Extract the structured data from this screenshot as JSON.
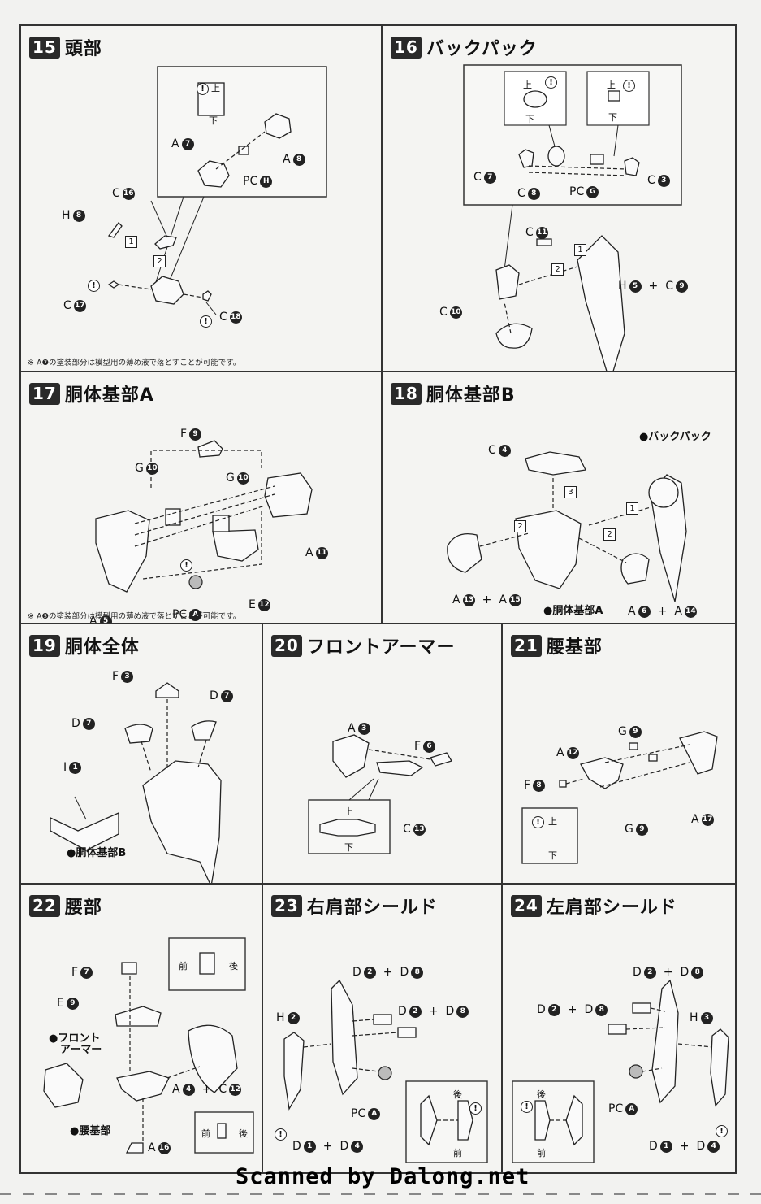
{
  "steps": [
    {
      "num": "15",
      "title": "頭部",
      "labels": [
        {
          "pre": "A",
          "n": "7"
        },
        {
          "pre": "A",
          "n": "8"
        },
        {
          "pre": "PC",
          "n": "H"
        },
        {
          "pre": "C",
          "n": "16"
        },
        {
          "pre": "H",
          "n": "8"
        },
        {
          "pre": "C",
          "n": "17"
        },
        {
          "pre": "C",
          "n": "18"
        }
      ],
      "inset_top": "上",
      "inset_bottom": "下",
      "seq": [
        "1",
        "2"
      ],
      "note": "※ A❼の塗装部分は模型用の薄め液で落とすことが可能です。"
    },
    {
      "num": "16",
      "title": "バックパック",
      "labels": [
        {
          "pre": "C",
          "n": "7"
        },
        {
          "pre": "C",
          "n": "8"
        },
        {
          "pre": "PC",
          "n": "G"
        },
        {
          "pre": "C",
          "n": "3"
        },
        {
          "pre": "C",
          "n": "11"
        },
        {
          "pre": "C",
          "n": "10"
        },
        {
          "pre": "H",
          "n": "5"
        },
        {
          "pre": "C",
          "n": "9"
        }
      ],
      "inset_top": "上",
      "inset_bottom": "下",
      "seq": [
        "1",
        "2"
      ]
    },
    {
      "num": "17",
      "title": "胴体基部A",
      "labels": [
        {
          "pre": "F",
          "n": "9"
        },
        {
          "pre": "G",
          "n": "10"
        },
        {
          "pre": "G",
          "n": "10"
        },
        {
          "pre": "A",
          "n": "11"
        },
        {
          "pre": "E",
          "n": "12"
        },
        {
          "pre": "PC",
          "n": "A"
        },
        {
          "pre": "A",
          "n": "5"
        }
      ],
      "note": "※ A❺の塗装部分は模型用の薄め液で落とすことが可能です。"
    },
    {
      "num": "18",
      "title": "胴体基部B",
      "labels": [
        {
          "pre": "C",
          "n": "4"
        },
        {
          "pre": "A",
          "n": "13"
        },
        {
          "pre": "A",
          "n": "15"
        },
        {
          "pre": "A",
          "n": "6"
        },
        {
          "pre": "A",
          "n": "14"
        }
      ],
      "bullets": [
        "●バックパック",
        "●胴体基部A"
      ],
      "seq": [
        "1",
        "2",
        "2",
        "3"
      ]
    },
    {
      "num": "19",
      "title": "胴体全体",
      "labels": [
        {
          "pre": "F",
          "n": "3"
        },
        {
          "pre": "D",
          "n": "7"
        },
        {
          "pre": "D",
          "n": "7"
        },
        {
          "pre": "I",
          "n": "1"
        }
      ],
      "bullets": [
        "●胴体基部B"
      ]
    },
    {
      "num": "20",
      "title": "フロントアーマー",
      "labels": [
        {
          "pre": "A",
          "n": "3"
        },
        {
          "pre": "F",
          "n": "6"
        },
        {
          "pre": "C",
          "n": "13"
        }
      ],
      "inset_top": "上",
      "inset_bottom": "下"
    },
    {
      "num": "21",
      "title": "腰基部",
      "labels": [
        {
          "pre": "G",
          "n": "9"
        },
        {
          "pre": "A",
          "n": "12"
        },
        {
          "pre": "F",
          "n": "8"
        },
        {
          "pre": "G",
          "n": "9"
        },
        {
          "pre": "A",
          "n": "17"
        }
      ],
      "inset_top": "上",
      "inset_bottom": "下"
    },
    {
      "num": "22",
      "title": "腰部",
      "labels": [
        {
          "pre": "F",
          "n": "7"
        },
        {
          "pre": "E",
          "n": "9"
        },
        {
          "pre": "A",
          "n": "4"
        },
        {
          "pre": "C",
          "n": "12"
        },
        {
          "pre": "A",
          "n": "16"
        }
      ],
      "bullets": [
        "●フロント",
        "アーマー",
        "●腰基部"
      ],
      "front": "前",
      "back": "後"
    },
    {
      "num": "23",
      "title": "右肩部シールド",
      "labels": [
        {
          "pre": "D",
          "n": "2"
        },
        {
          "pre": "D",
          "n": "8"
        },
        {
          "pre": "D",
          "n": "2"
        },
        {
          "pre": "D",
          "n": "8"
        },
        {
          "pre": "H",
          "n": "2"
        },
        {
          "pre": "PC",
          "n": "A"
        },
        {
          "pre": "D",
          "n": "1"
        },
        {
          "pre": "D",
          "n": "4"
        }
      ],
      "front": "前",
      "back": "後"
    },
    {
      "num": "24",
      "title": "左肩部シールド",
      "labels": [
        {
          "pre": "D",
          "n": "2"
        },
        {
          "pre": "D",
          "n": "8"
        },
        {
          "pre": "D",
          "n": "2"
        },
        {
          "pre": "D",
          "n": "8"
        },
        {
          "pre": "H",
          "n": "3"
        },
        {
          "pre": "PC",
          "n": "A"
        },
        {
          "pre": "D",
          "n": "1"
        },
        {
          "pre": "D",
          "n": "4"
        }
      ],
      "front": "前",
      "back": "後"
    }
  ],
  "plus": "+",
  "excl": "!",
  "footer": "Scanned by Dalong.net"
}
